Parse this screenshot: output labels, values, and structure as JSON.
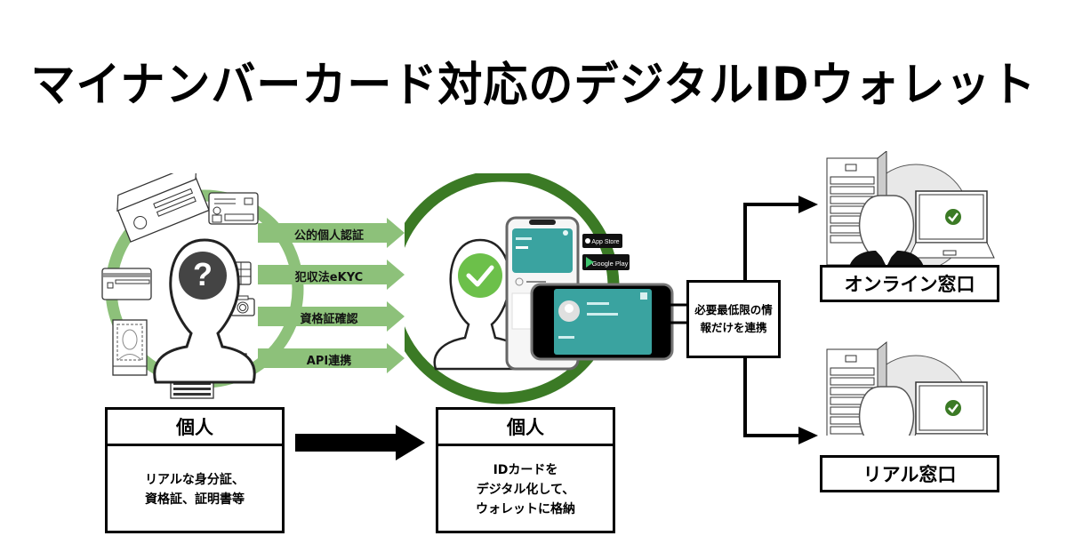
{
  "title": "マイナンバーカード対応のデジタルIDウォレット",
  "colors": {
    "light_green": "#8dc17a",
    "dark_green": "#3b7a25",
    "check_green": "#6cc04a",
    "teal": "#3aa3a0",
    "gray_circle": "#e8e8e8"
  },
  "arrows": [
    {
      "label": "公的個人認証"
    },
    {
      "label": "犯収法eKYC"
    },
    {
      "label": "資格証確認"
    },
    {
      "label": "API連携"
    }
  ],
  "left_box": {
    "header": "個人",
    "body": "リアルな身分証、\n資格証、証明書等"
  },
  "center_box": {
    "header": "個人",
    "body": "IDカードを\nデジタル化して、\nウォレットに格納"
  },
  "connector_box": "必要最低限の情\n報だけを連携",
  "counters": [
    {
      "label": "オンライン窓口"
    },
    {
      "label": "リアル窓口"
    }
  ],
  "store_badges": {
    "app_store": "App Store",
    "google_play": "Google Play"
  },
  "icons": {
    "left_person": "question-mark-person-icon",
    "center_person": "verified-person-icon"
  }
}
